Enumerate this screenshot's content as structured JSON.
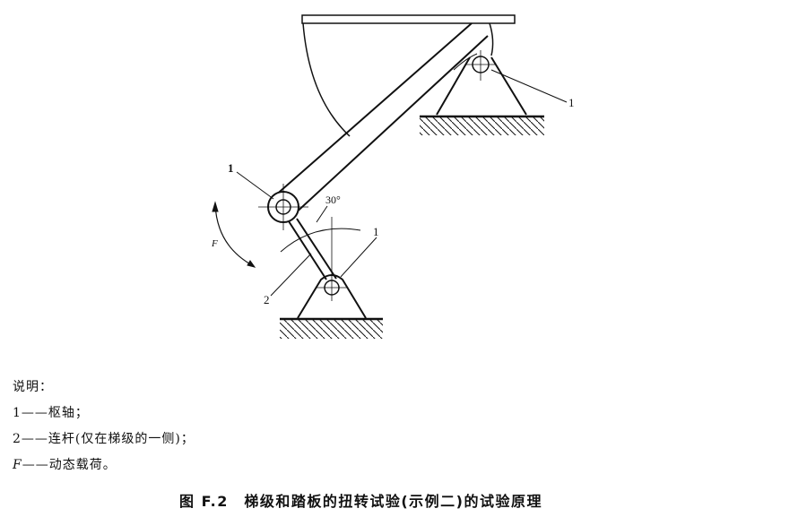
{
  "diagram": {
    "labels": {
      "pivot_top_left": "1",
      "pivot_top_right": "1",
      "pivot_bottom": "1",
      "link": "2",
      "angle": "30°",
      "force": "F"
    }
  },
  "legend": {
    "title": "说明：",
    "items": [
      {
        "key": "1",
        "sep": "——",
        "text": "枢轴；"
      },
      {
        "key": "2",
        "sep": "——",
        "text": "连杆(仅在梯级的一侧)；"
      },
      {
        "key": "F",
        "sep": "——",
        "text": "动态载荷。"
      }
    ]
  },
  "caption": "图 F.2　梯级和踏板的扭转试验(示例二)的试验原理"
}
